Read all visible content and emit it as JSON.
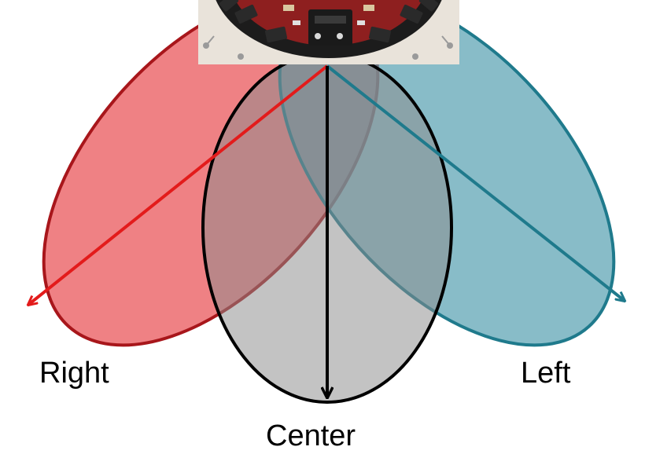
{
  "labels": {
    "right": "Right",
    "left": "Left",
    "center": "Center"
  },
  "colors": {
    "right_fill": "#e9575b",
    "right_stroke": "#a8161b",
    "right_arrow": "#e31b1b",
    "left_fill": "#4f9cae",
    "left_stroke": "#1f7a8c",
    "left_arrow": "#1f7a8c",
    "center_fill": "#8c8c8c",
    "center_stroke": "#000000",
    "center_arrow": "#000000",
    "robot_board": "#8e1f1f",
    "robot_background": "#e9e3da"
  },
  "icons": {
    "sensor_robot": "robot-photo"
  }
}
